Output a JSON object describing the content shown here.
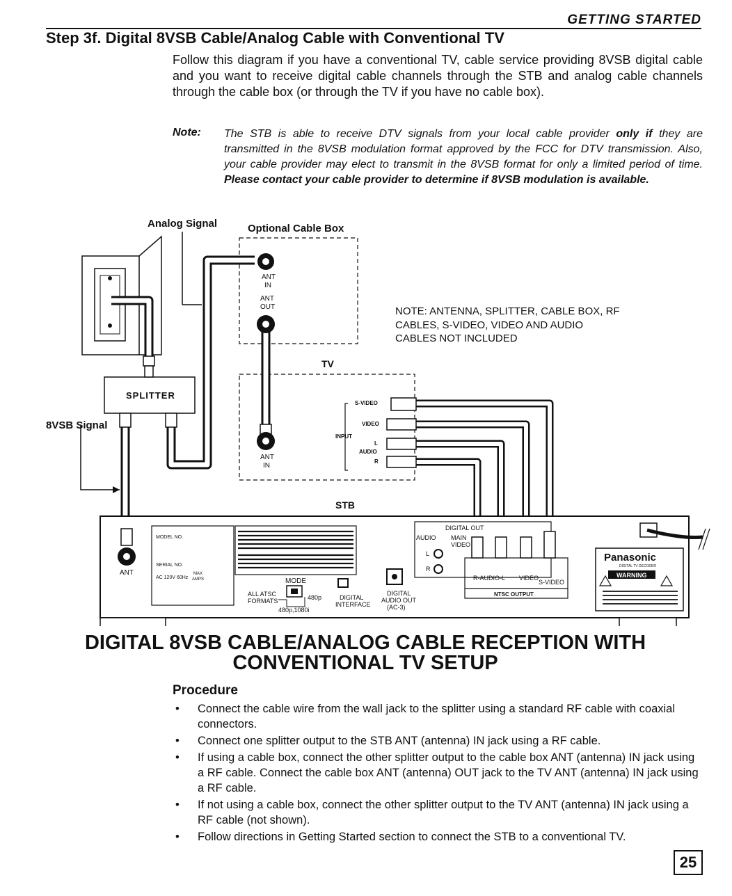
{
  "header": {
    "section": "GETTING STARTED"
  },
  "step_title": "Step 3f. Digital 8VSB Cable/Analog Cable with Conventional TV",
  "intro": "Follow this diagram if you have a conventional TV, cable service providing 8VSB digital cable and you want to receive digital cable channels through the STB and analog cable channels through the cable box (or through the TV if you have no cable box).",
  "note": {
    "label": "Note:",
    "text_1": "The STB is able to receive DTV signals from your local cable provider ",
    "text_bold_1": "only if",
    "text_2": " they are transmitted in the 8VSB modulation format approved by the FCC for DTV transmission. Also, your cable provider may elect to transmit in the 8VSB format for only a limited period of time. ",
    "text_bold_2": "Please contact your cable provider to determine if 8VSB modulation is available."
  },
  "diagram": {
    "analog_signal": "Analog Signal",
    "cable_box_title": "Optional Cable Box",
    "ant_in": [
      "ANT",
      "IN"
    ],
    "ant_out": [
      "ANT",
      "OUT"
    ],
    "note": [
      "NOTE:  ANTENNA, SPLITTER, CABLE BOX, RF",
      "CABLES,   S-VIDEO,   VIDEO   AND   AUDIO",
      "CABLES NOT INCLUDED"
    ],
    "tv_label": "TV",
    "splitter": "SPLITTER",
    "signal_8vsb": "8VSB Signal",
    "tv_input": "INPUT",
    "tv_svideo": "S-VIDEO",
    "tv_video": "VIDEO",
    "tv_audio": "AUDIO",
    "tv_l": "L",
    "tv_r": "R",
    "tv_ant_in": [
      "ANT",
      "IN"
    ],
    "stb_label": "STB",
    "stb_ant": "ANT",
    "model_no": "MODEL NO.",
    "serial_no": "SERIAL NO.",
    "power": "AC 120V 60Hz",
    "max_amps": [
      "MAX",
      "AMPS"
    ],
    "mode": "MODE",
    "all_atsc": [
      "ALL ATSC",
      "FORMATS"
    ],
    "p480": "480p",
    "p480_1080": "480p,1080i",
    "digital_interface": [
      "DIGITAL",
      "INTERFACE"
    ],
    "digital_audio_out": [
      "DIGITAL",
      "AUDIO OUT",
      "(AC-3)"
    ],
    "audio": "AUDIO",
    "digital_out": "DIGITAL OUT",
    "main_video": [
      "MAIN",
      "VIDEO"
    ],
    "l": "L",
    "r": "R",
    "r_audio_l": "R-AUDIO-L",
    "video": "VIDEO",
    "s_video": "S-VIDEO",
    "ntsc_output": "NTSC OUTPUT",
    "brand": "Panasonic",
    "brand_sub": "DIGITAL TV DECODER",
    "warning": "WARNING"
  },
  "big_title": [
    "DIGITAL 8VSB CABLE/ANALOG CABLE RECEPTION WITH",
    "CONVENTIONAL TV SETUP"
  ],
  "procedure": {
    "title": "Procedure",
    "bullet": "•",
    "items": [
      "Connect the cable wire from the wall jack to the splitter using a standard RF cable with coaxial connectors.",
      "Connect one splitter output to the STB ANT (antenna) IN jack using a RF cable.",
      "If using a cable box, connect the other splitter output to the cable box ANT (antenna) IN jack using a RF cable.  Connect the cable box ANT (antenna) OUT jack to the TV ANT (antenna) IN jack using a RF cable.",
      "If not using a cable box, connect the other splitter output to the TV ANT (antenna) IN jack using a RF cable (not shown).",
      "Follow directions in Getting Started section to connect the STB to a conventional TV."
    ]
  },
  "page_number": "25",
  "colors": {
    "ink": "#111111",
    "paper": "#ffffff"
  }
}
